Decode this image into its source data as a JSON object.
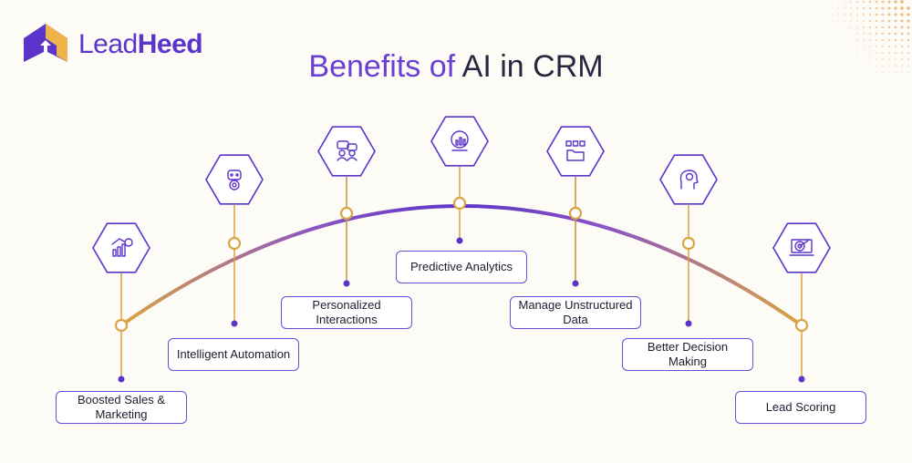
{
  "brand": {
    "name_part1": "Lead",
    "name_part2": "Heed",
    "logo_icon": "upward-arrow-logo-icon"
  },
  "title": {
    "part1": "Benefits of",
    "part2": "AI in CRM"
  },
  "colors": {
    "purple": "#5b34c9",
    "gold": "#d9a441",
    "accent_orange": "#e8a45a",
    "border": "#6a4bd6"
  },
  "items": [
    {
      "label": "Boosted Sales & Marketing",
      "icon": "rocket-growth-chart-icon"
    },
    {
      "label": "Intelligent Automation",
      "icon": "robot-gear-icon"
    },
    {
      "label": "Personalized Interactions",
      "icon": "chat-people-icon"
    },
    {
      "label": "Predictive Analytics",
      "icon": "crystal-ball-chart-icon"
    },
    {
      "label": "Manage Unstructured Data",
      "icon": "folder-structure-icon"
    },
    {
      "label": "Better Decision Making",
      "icon": "head-brain-gear-icon"
    },
    {
      "label": "Lead Scoring",
      "icon": "laptop-target-icon"
    }
  ]
}
